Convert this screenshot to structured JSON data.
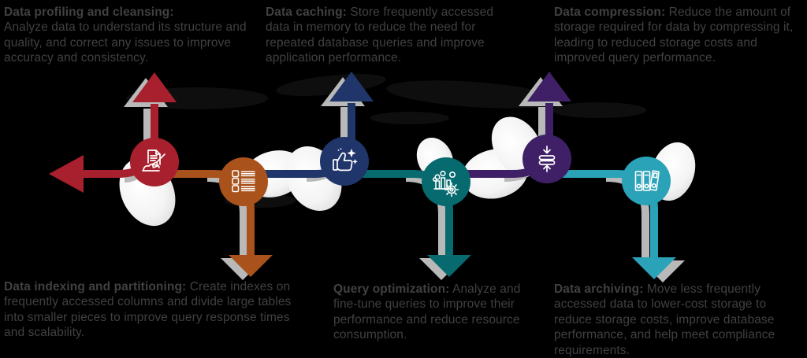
{
  "infographic": {
    "topic": "database-optimization-techniques",
    "background_color": "#000000",
    "text_color": "#414042",
    "shadow_color": "#B9B9B9"
  },
  "palette": {
    "red": "#A8202D",
    "orange": "#A9521B",
    "navy": "#20366B",
    "teal": "#076A6E",
    "purple": "#3F2066",
    "cyan": "#2AA2B8"
  },
  "cards": [
    {
      "title": "Data profiling and cleansing:",
      "body": "Analyze data to understand its structure and quality, and correct any issues to improve accuracy and consistency.",
      "position": "top-left"
    },
    {
      "title": "Data caching:",
      "body": "Store frequently accessed data in memory to reduce the need for repeated database queries and improve application performance.",
      "position": "top-center"
    },
    {
      "title": "Data compression:",
      "body": "Reduce the amount of storage required for data by compressing it, leading to reduced storage costs and improved query performance.",
      "position": "top-right"
    },
    {
      "title": "Data indexing and partitioning:",
      "body": "Create indexes on frequently accessed columns and divide large tables into smaller pieces to improve query response times and scalability.",
      "position": "bottom-left"
    },
    {
      "title": "Query optimization:",
      "body": "Analyze and fine-tune queries to improve their performance and reduce resource consumption.",
      "position": "bottom-center"
    },
    {
      "title": "Data archiving:",
      "body": "Move less frequently accessed data to lower-cost storage to reduce storage costs, improve database performance, and help meet compliance requirements.",
      "position": "bottom-right"
    }
  ],
  "nodes": [
    {
      "name": "data-profiling-and-cleansing",
      "icon": "document-broom-icon",
      "color": "#A8202D",
      "arrow": "up-and-left"
    },
    {
      "name": "data-indexing-and-partitioning",
      "icon": "checklist-icon",
      "color": "#A9521B",
      "arrow": "down"
    },
    {
      "name": "data-caching",
      "icon": "thumbs-up-sparkle-icon",
      "color": "#20366B",
      "arrow": "up"
    },
    {
      "name": "query-optimization",
      "icon": "chart-gear-icon",
      "color": "#076A6E",
      "arrow": "down"
    },
    {
      "name": "data-compression",
      "icon": "compress-icon",
      "color": "#3F2066",
      "arrow": "up"
    },
    {
      "name": "data-archiving",
      "icon": "binders-icon",
      "color": "#2AA2B8",
      "arrow": "down"
    }
  ]
}
